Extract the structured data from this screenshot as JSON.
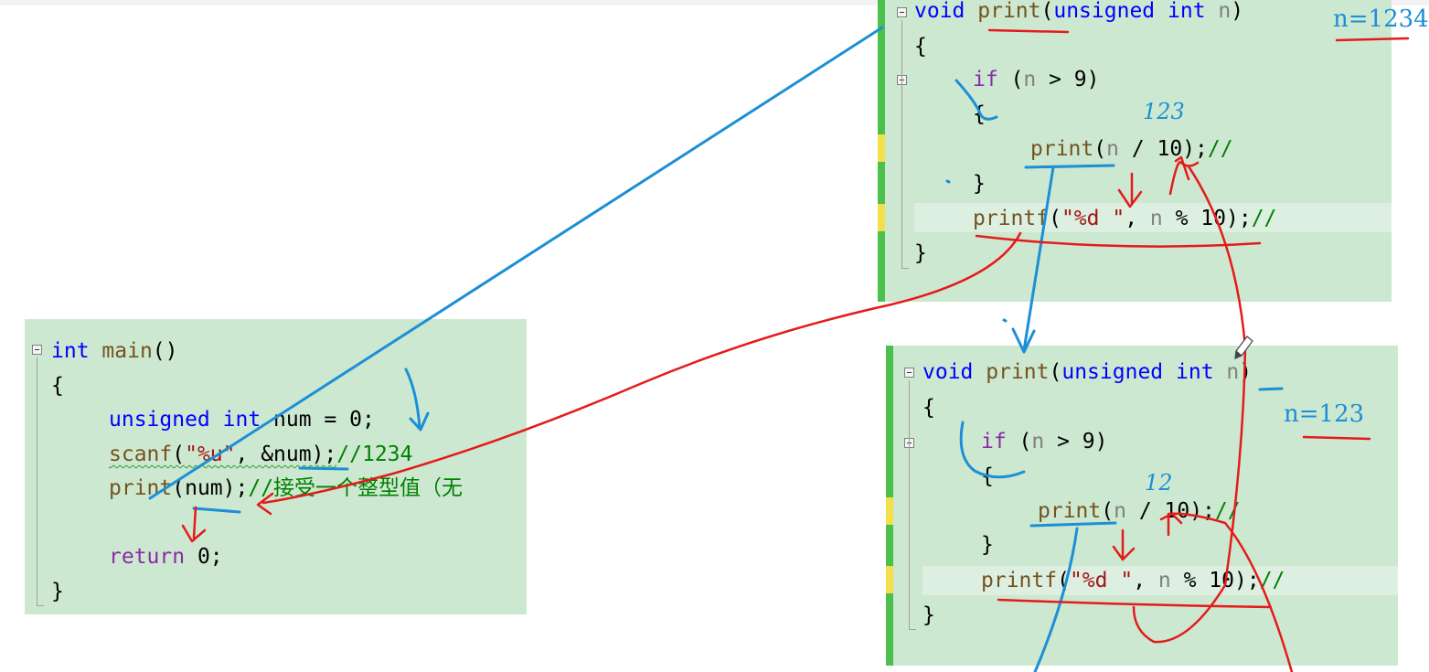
{
  "main_code": {
    "l1": {
      "kw": "int",
      "fn": "main",
      "rest": "()"
    },
    "l2": "{",
    "l3": {
      "kw1": "unsigned",
      "kw2": "int",
      "rest": " num = 0;"
    },
    "l4": {
      "fn": "scanf",
      "open": "(",
      "str": "\"%u\"",
      "rest": ", &num);",
      "comment": "//1234"
    },
    "l5": {
      "fn": "print",
      "rest": "(num);",
      "comment": "//接受一个整型值（无"
    },
    "l6": {
      "kw": "return",
      "rest": " 0;"
    },
    "l7": "}"
  },
  "print_code_1": {
    "sig": {
      "kw1": "void",
      "fn": "print",
      "open": "(",
      "kw2": "unsigned",
      "kw3": "int",
      "param": "n",
      "close": ")"
    },
    "open_brace": "{",
    "if_line": {
      "kw": "if",
      "open": " (",
      "param": "n",
      "rest": " > 9)"
    },
    "inner_open": "{",
    "call": {
      "fn": "print",
      "open": "(",
      "param": "n",
      "rest": " / 10);",
      "comment": "//"
    },
    "inner_close": "}",
    "printf": {
      "fn": "printf",
      "open": "(",
      "str": "\"%d \"",
      "mid": ", ",
      "param": "n",
      "rest": " % 10);",
      "comment": "//"
    },
    "close_brace": "}"
  },
  "print_code_2": {
    "sig": {
      "kw1": "void",
      "fn": "print",
      "open": "(",
      "kw2": "unsigned",
      "kw3": "int",
      "param": "n",
      "close": ")"
    },
    "open_brace": "{",
    "if_line": {
      "kw": "if",
      "open": " (",
      "param": "n",
      "rest": " > 9)"
    },
    "inner_open": "{",
    "call": {
      "fn": "print",
      "open": "(",
      "param": "n",
      "rest": " / 10);",
      "comment": "//"
    },
    "inner_close": "}",
    "printf": {
      "fn": "printf",
      "open": "(",
      "str": "\"%d \"",
      "mid": ", ",
      "param": "n",
      "rest": " % 10);",
      "comment": "//"
    },
    "close_brace": "}"
  },
  "annotations": {
    "n1": "n=1234",
    "n2": "n=123",
    "q1": "123",
    "q2": "12"
  },
  "colors": {
    "panel_bg": "#cde8d0",
    "gutter_green": "#4cc04c",
    "change_marker": "#f3df4a",
    "ink_blue": "#1c8fd6",
    "ink_red": "#e41b1b",
    "keyword": "#0000ff",
    "control_keyword": "#8a2ca8",
    "function": "#74531f",
    "comment": "#008000"
  }
}
